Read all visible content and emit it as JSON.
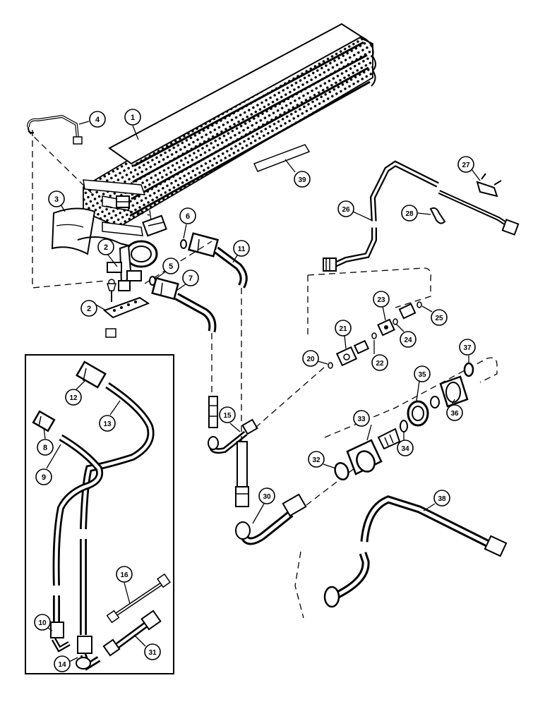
{
  "diagram": {
    "kind": "exploded parts view",
    "callouts": [
      {
        "id": "c1",
        "number": "1"
      },
      {
        "id": "c2a",
        "number": "2"
      },
      {
        "id": "c2b",
        "number": "2"
      },
      {
        "id": "c3",
        "number": "3"
      },
      {
        "id": "c4",
        "number": "4"
      },
      {
        "id": "c5",
        "number": "5"
      },
      {
        "id": "c6",
        "number": "6"
      },
      {
        "id": "c7",
        "number": "7"
      },
      {
        "id": "c8",
        "number": "8"
      },
      {
        "id": "c9",
        "number": "9"
      },
      {
        "id": "c10",
        "number": "10"
      },
      {
        "id": "c11",
        "number": "11"
      },
      {
        "id": "c12",
        "number": "12"
      },
      {
        "id": "c13",
        "number": "13"
      },
      {
        "id": "c14",
        "number": "14"
      },
      {
        "id": "c15",
        "number": "15"
      },
      {
        "id": "c16",
        "number": "16"
      },
      {
        "id": "c20",
        "number": "20"
      },
      {
        "id": "c21",
        "number": "21"
      },
      {
        "id": "c22",
        "number": "22"
      },
      {
        "id": "c23",
        "number": "23"
      },
      {
        "id": "c24",
        "number": "24"
      },
      {
        "id": "c25",
        "number": "25"
      },
      {
        "id": "c26",
        "number": "26"
      },
      {
        "id": "c27",
        "number": "27"
      },
      {
        "id": "c28",
        "number": "28"
      },
      {
        "id": "c30",
        "number": "30"
      },
      {
        "id": "c31",
        "number": "31"
      },
      {
        "id": "c32",
        "number": "32"
      },
      {
        "id": "c33",
        "number": "33"
      },
      {
        "id": "c34",
        "number": "34"
      },
      {
        "id": "c35",
        "number": "35"
      },
      {
        "id": "c36",
        "number": "36"
      },
      {
        "id": "c37",
        "number": "37"
      },
      {
        "id": "c38",
        "number": "38"
      },
      {
        "id": "c39",
        "number": "39"
      }
    ]
  }
}
